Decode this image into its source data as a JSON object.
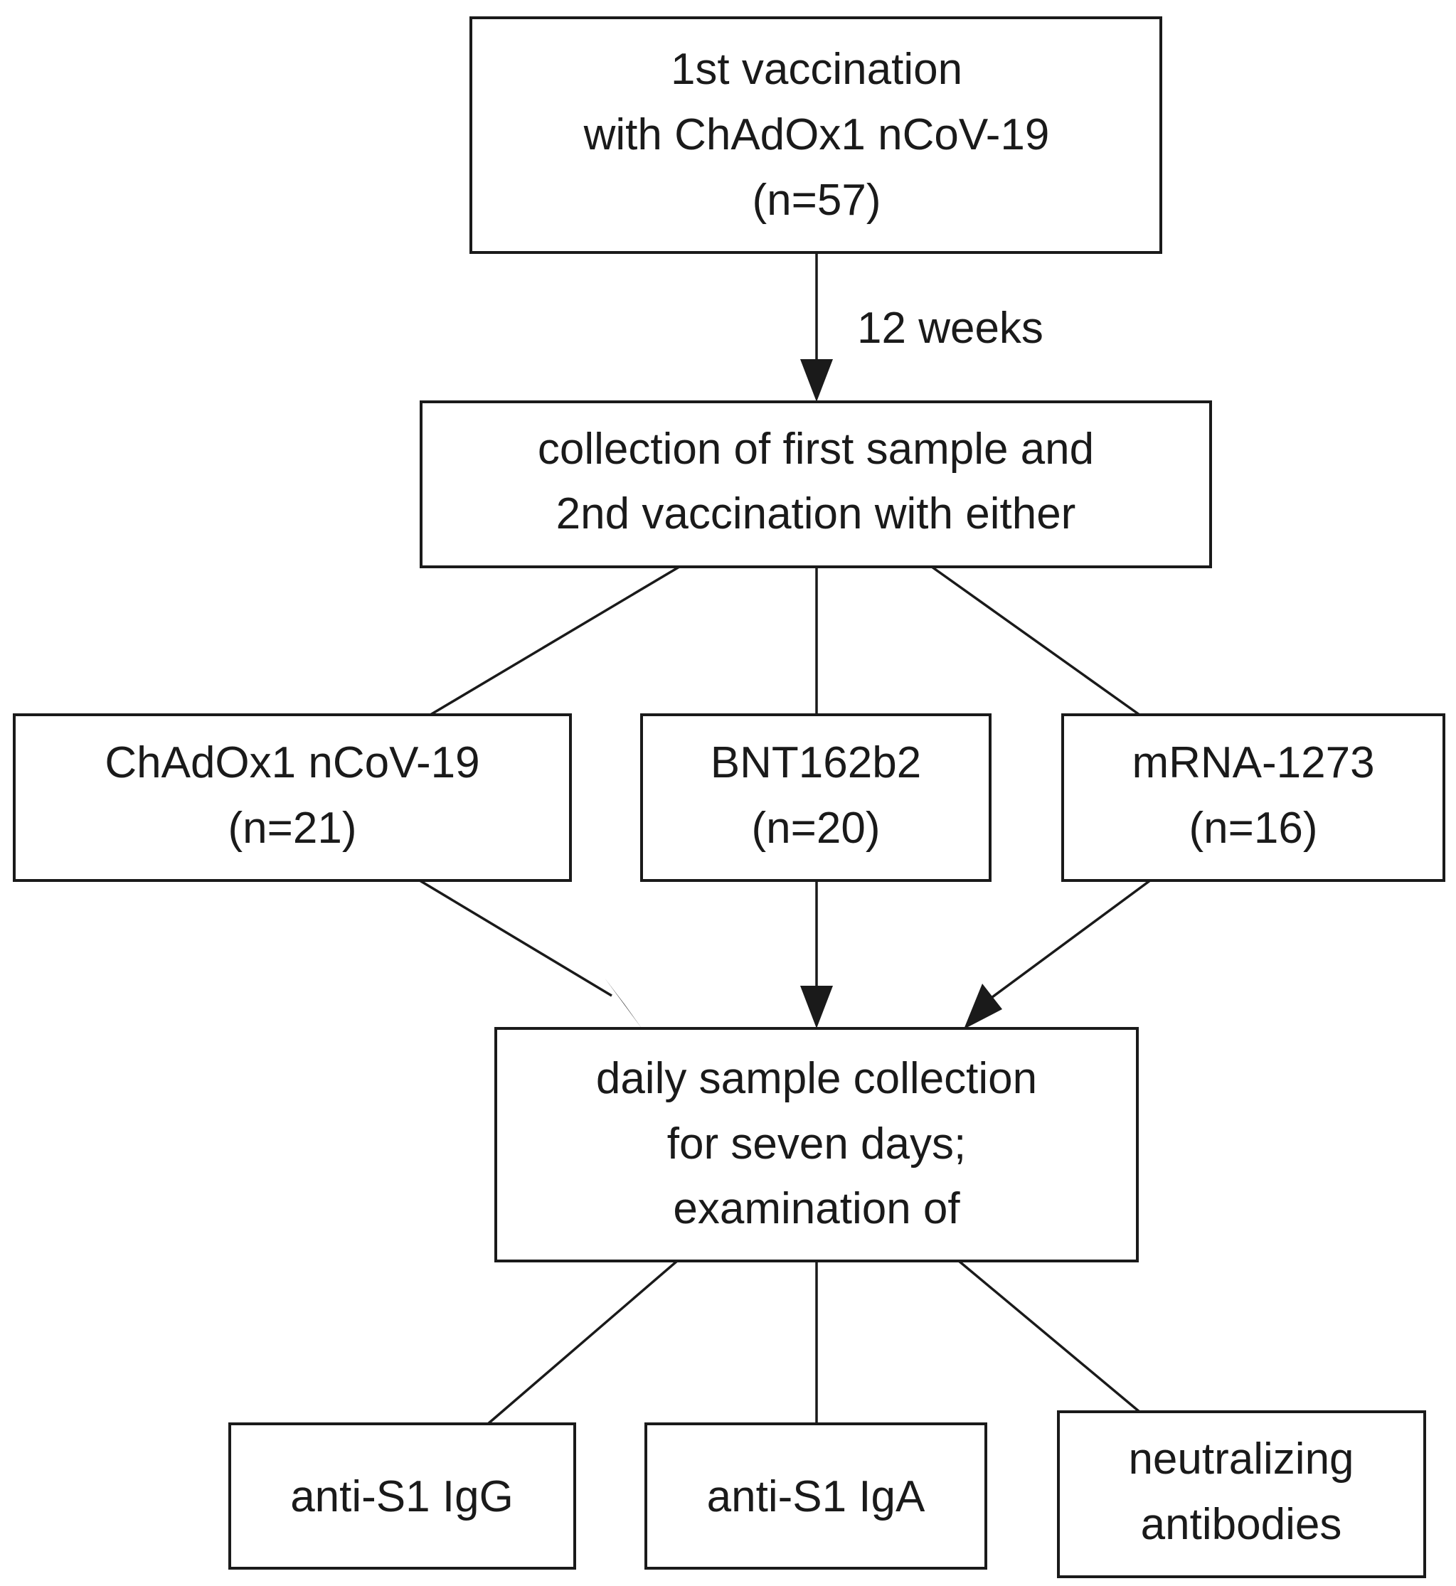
{
  "nodes": {
    "first_vaccination": {
      "lines": [
        "1st vaccination",
        "with ChAdOx1 nCoV-19",
        "(n=57)"
      ]
    },
    "first_sample": {
      "lines": [
        "collection of first sample and",
        "2nd vaccination with either"
      ]
    },
    "chadox": {
      "lines": [
        "ChAdOx1 nCoV-19",
        "(n=21)"
      ]
    },
    "bnt": {
      "lines": [
        "BNT162b2",
        "(n=20)"
      ]
    },
    "mrna": {
      "lines": [
        "mRNA-1273",
        "(n=16)"
      ]
    },
    "daily": {
      "lines": [
        "daily sample collection",
        "for seven days;",
        "examination of"
      ]
    },
    "igg": {
      "lines": [
        "anti-S1 IgG"
      ]
    },
    "iga": {
      "lines": [
        "anti-S1 IgA"
      ]
    },
    "neutralizing": {
      "lines": [
        "neutralizing",
        "antibodies"
      ]
    }
  },
  "edge_labels": {
    "interval": "12 weeks"
  }
}
